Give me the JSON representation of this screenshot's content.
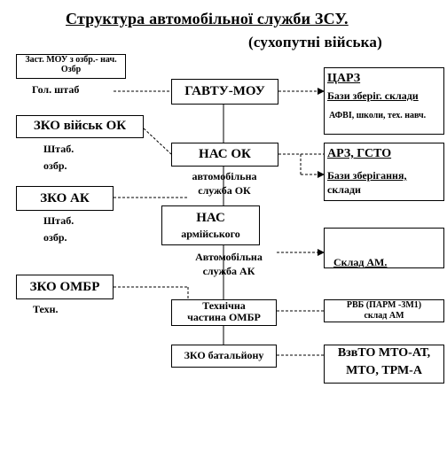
{
  "title": "Структура автомобільної служби ЗСУ.",
  "subtitle": "(сухопутні війська)",
  "left_column": {
    "zast_mou": "Заст. МОУ з озбр.- нач. Озбр",
    "gol_shtab": "Гол. штаб",
    "zko_viysk_ok": "ЗКО військ ОК",
    "shtab_ozbr_1_line1": "Штаб.",
    "shtab_ozbr_1_line2": "озбр.",
    "zko_ak": "ЗКО АК",
    "shtab_ozbr_2_line1": "Штаб.",
    "shtab_ozbr_2_line2": "озбр.",
    "zko_ombr": "ЗКО ОМБР",
    "tekhn": "Техн."
  },
  "center_column": {
    "gavtu_mou": "ГАВТУ-МОУ",
    "nas_ok": "НАС ОК",
    "avto_sluzhba_ok_line1": "автомобільна",
    "avto_sluzhba_ok_line2": "служба ОК",
    "nas_line1": "НАС",
    "nas_line2": "армійського",
    "avto_sluzhba_ak_line1": "Автомобільна",
    "avto_sluzhba_ak_line2": "служба АК",
    "tekhnichna_line1": "Технічна",
    "tekhnichna_line2": "частина ОМБР",
    "zko_bat": "ЗКО батальйону"
  },
  "right_column": {
    "carz": "ЦАРЗ",
    "bazy_zber": "Бази зберіг. склади",
    "afvi": "АФВІ, школи, тех. навч.",
    "arz_gsto": "АРЗ, ГСТО",
    "bazy_zberigannya_line1": "Бази зберігання,",
    "bazy_zberigannya_line2": "склади",
    "sklad_am": "Склад АМ.",
    "rvb_line1": "РВБ (ПАРМ -3М1)",
    "rvb_line2": "склад АМ",
    "vzvto_line1": "ВзвТО МТО-АТ,",
    "vzvto_line2": "МТО, ТРМ-А"
  },
  "colors": {
    "ink": "#000000",
    "background": "#ffffff"
  }
}
